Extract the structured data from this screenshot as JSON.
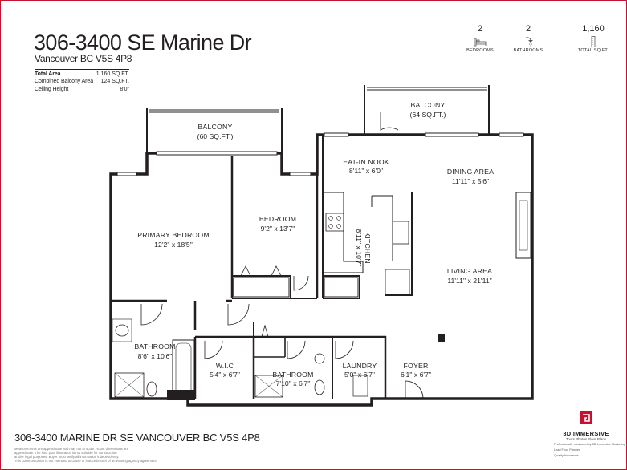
{
  "header": {
    "title": "306-3400 SE Marine Dr",
    "subtitle": "Vancouver BC V5S 4P8"
  },
  "facts": [
    {
      "label": "Total Area",
      "value": "1,160 SQ.FT."
    },
    {
      "label": "Combined Balcony Area",
      "value": "124 SQ.FT."
    },
    {
      "label": "Ceiling Height",
      "value": "8'0\""
    }
  ],
  "stats": [
    {
      "value": "2",
      "label": "BEDROOMS",
      "icon": "bed-icon"
    },
    {
      "value": "2",
      "label": "BATHROOMS",
      "icon": "shower-icon"
    },
    {
      "value": "1,160",
      "label": "TOTAL SQ.FT.",
      "icon": "ruler-icon"
    }
  ],
  "rooms": {
    "balcony_left": {
      "name": "BALCONY",
      "dim": "(60 SQ.FT.)"
    },
    "balcony_right": {
      "name": "BALCONY",
      "dim": "(64 SQ.FT.)"
    },
    "eat_in_nook": {
      "name": "EAT-IN NOOK",
      "dim": "8'11\" x 6'0\""
    },
    "dining_area": {
      "name": "DINING AREA",
      "dim": "11'11\" x 5'6\""
    },
    "primary_bedroom": {
      "name": "PRIMARY BEDROOM",
      "dim": "12'2\" x 18'5\""
    },
    "bedroom": {
      "name": "BEDROOM",
      "dim": "9'2\" x 13'7\""
    },
    "kitchen": {
      "name": "KITCHEN",
      "dim": "8'11\" x 10'7\""
    },
    "living_area": {
      "name": "LIVING AREA",
      "dim": "11'11\" x 21'11\""
    },
    "bathroom_main": {
      "name": "BATHROOM",
      "dim": "8'6\" x 10'6\""
    },
    "wic": {
      "name": "W.I.C",
      "dim": "5'4\" x 6'7\""
    },
    "bathroom_ensuite": {
      "name": "BATHROOM",
      "dim": "7'10\" x 6'7\""
    },
    "laundry": {
      "name": "LAUNDRY",
      "dim": "5'0\" x 6'7\""
    },
    "foyer": {
      "name": "FOYER",
      "dim": "6'1\" x 6'7\""
    }
  },
  "footer": {
    "address": "306-3400 MARINE DR SE VANCOUVER BC V5S 4P8",
    "disclaimer": [
      "Measurements are approximate and may not to scale. Room dimensions are",
      "approximate. The floor plan illustration is not suitable for construction",
      "and/or legal purposes. Buyer must verify all information independently.",
      "This communication is not intended to cause or induce breach of an existing agency agreement."
    ]
  },
  "brand": {
    "name": "3D IMMERSIVE",
    "tagline": "Tours Photos Floor Plans",
    "credit_1": "Professionally measured by 3D Immersive Marketing Ltd.",
    "credit_2": "Lead Floor Planner",
    "credit_3": "Quality Assurance",
    "accent_color": "#c41230"
  }
}
